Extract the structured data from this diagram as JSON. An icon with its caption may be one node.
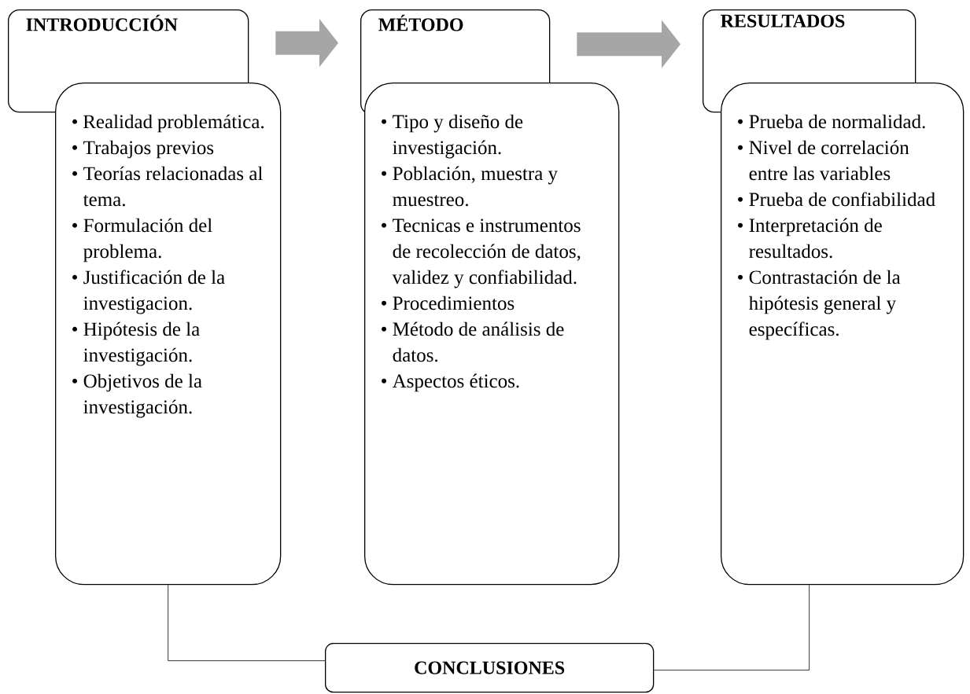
{
  "diagram": {
    "nodes": [
      {
        "text": [
          "INTRODUCCIÓN"
        ]
      },
      {
        "text": [
          "• Realidad problemática.",
          "• Trabajos previos",
          "• Teorías relacionadas al tema.",
          "• Formulación del problema.",
          "• Justificación de la investigacion.",
          "• Hipótesis de la investigación.",
          "• Objetivos de la investigación."
        ]
      },
      {
        "text": [
          "MÉTODO"
        ]
      },
      {
        "text": [
          "• Tipo y diseño de investigación.",
          "• Población, muestra y muestreo.",
          "• Tecnicas e instrumentos de recolección de datos, validez y confiabilidad.",
          "• Procedimientos",
          "• Método de análisis de datos.",
          "• Aspectos éticos."
        ]
      },
      {
        "text": [
          "RESULTADOS"
        ]
      },
      {
        "text": [
          "• Prueba de normalidad.",
          "• Nivel de correlación entre las variables",
          "• Prueba de confiabilidad",
          "• Interpretación de resultados.",
          "• Contrastación de la hipótesis general y específicas."
        ]
      },
      {
        "text": [
          "CONCLUSIONES"
        ]
      }
    ],
    "edges": [
      {
        "from": 0,
        "to": 2,
        "arrow": "to",
        "style": "thick",
        "color": "#a6a6a6"
      },
      {
        "from": 2,
        "to": 4,
        "arrow": "to",
        "style": "thick",
        "color": "#a6a6a6"
      },
      {
        "from": 1,
        "to": 6,
        "arrow": "none",
        "color": "#000000"
      },
      {
        "from": 5,
        "to": 6,
        "arrow": "none",
        "color": "#000000"
      }
    ]
  }
}
